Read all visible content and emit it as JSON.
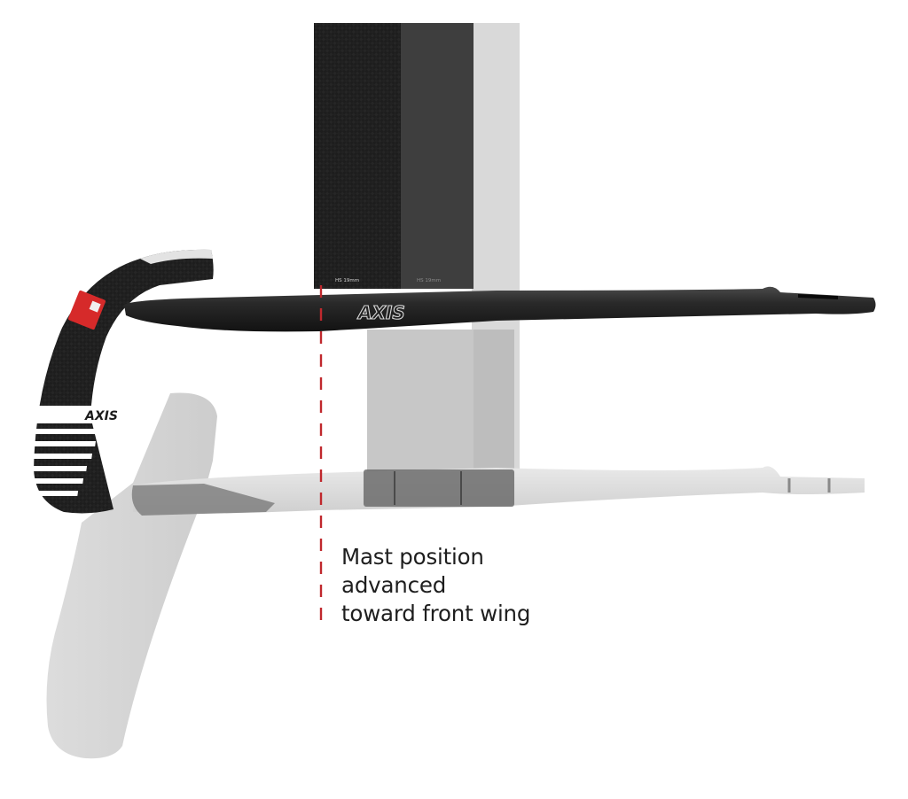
{
  "annotation": {
    "lines": [
      "Mast position",
      "advanced",
      "toward front wing"
    ]
  },
  "brand": {
    "logo_text": "AXIS",
    "mast_label": "HS 19mm",
    "mast_label_ghost": "HS 19mm"
  },
  "wing_specs": {
    "lines": [
      "",
      "",
      "",
      "",
      "",
      ""
    ]
  },
  "colors": {
    "carbon": "#1b1b1b",
    "ghost": "#bdbdbd",
    "marker_line": "#c0282d",
    "text": "#1e1e1e",
    "background": "#ffffff"
  }
}
